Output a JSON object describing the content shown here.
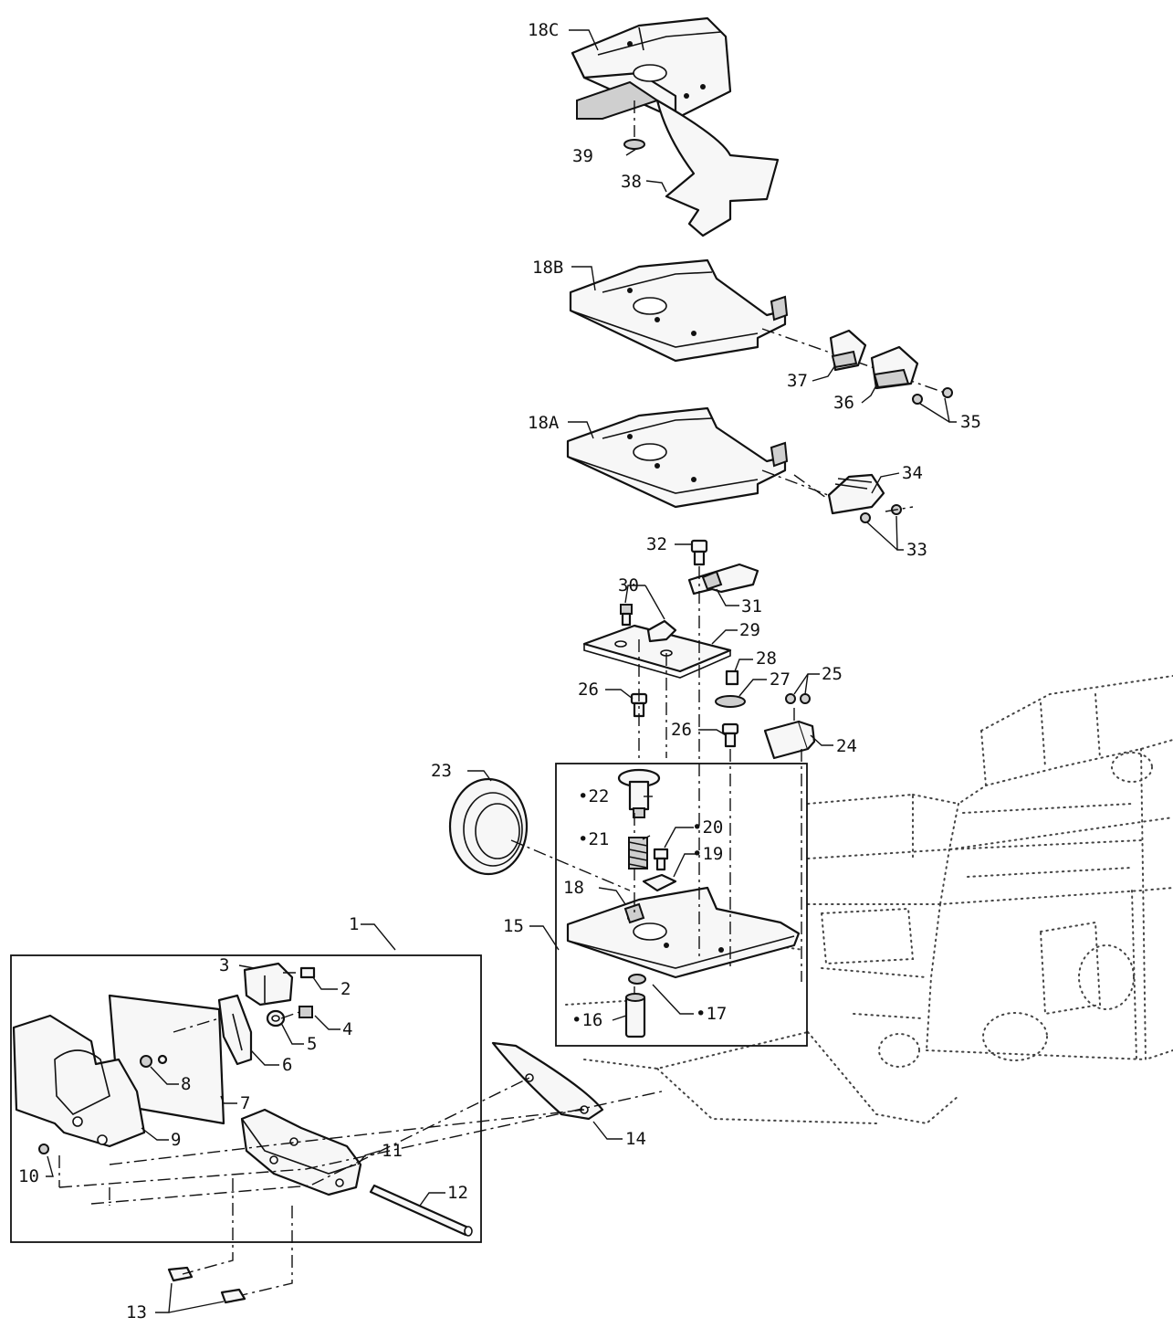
{
  "labels": {
    "p1": "1",
    "p2": "2",
    "p3": "3",
    "p4": "4",
    "p5": "5",
    "p6": "6",
    "p7": "7",
    "p8": "8",
    "p9": "9",
    "p10": "10",
    "p11": "11",
    "p12": "12",
    "p13": "13",
    "p14": "14",
    "p15": "15",
    "p16": "•16",
    "p17": "•17",
    "p18": "18",
    "p18a": "18A",
    "p18b": "18B",
    "p18c": "18C",
    "p19": "•19",
    "p20": "•20",
    "p21": "•21",
    "p22": "•22",
    "p23": "23",
    "p24": "24",
    "p25": "25",
    "p26a": "26",
    "p26b": "26",
    "p27": "27",
    "p28": "28",
    "p29": "29",
    "p30": "30",
    "p31": "31",
    "p32": "32",
    "p33": "33",
    "p34": "34",
    "p35": "35",
    "p36": "36",
    "p37": "37",
    "p38": "38",
    "p39": "39"
  }
}
